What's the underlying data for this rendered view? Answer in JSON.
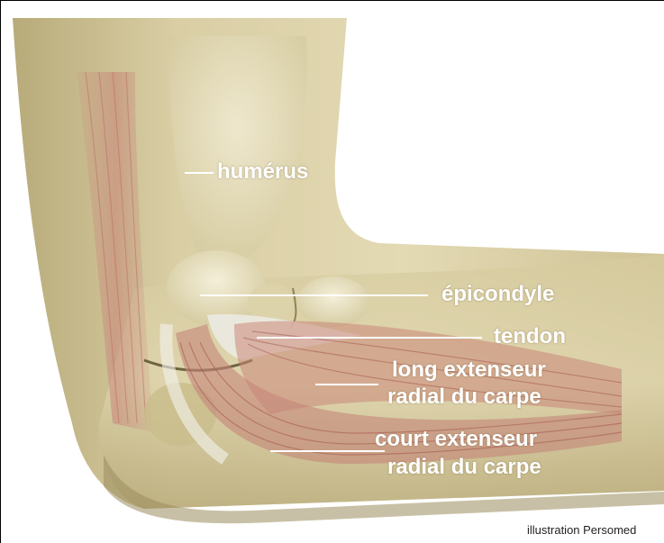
{
  "labels": {
    "humerus": "humérus",
    "epicondyle": "épicondyle",
    "tendon": "tendon",
    "long_extensor_line1": "long extenseur",
    "long_extensor_line2": "radial du carpe",
    "short_extensor_line1": "court extenseur",
    "short_extensor_line2": "radial du carpe"
  },
  "credit": "illustration Persomed",
  "colors": {
    "skin": "#d8cda0",
    "bone": "#eae3c4",
    "muscle": "#c98a7c",
    "tendon": "#e4e4dc",
    "label": "#ffffff"
  }
}
